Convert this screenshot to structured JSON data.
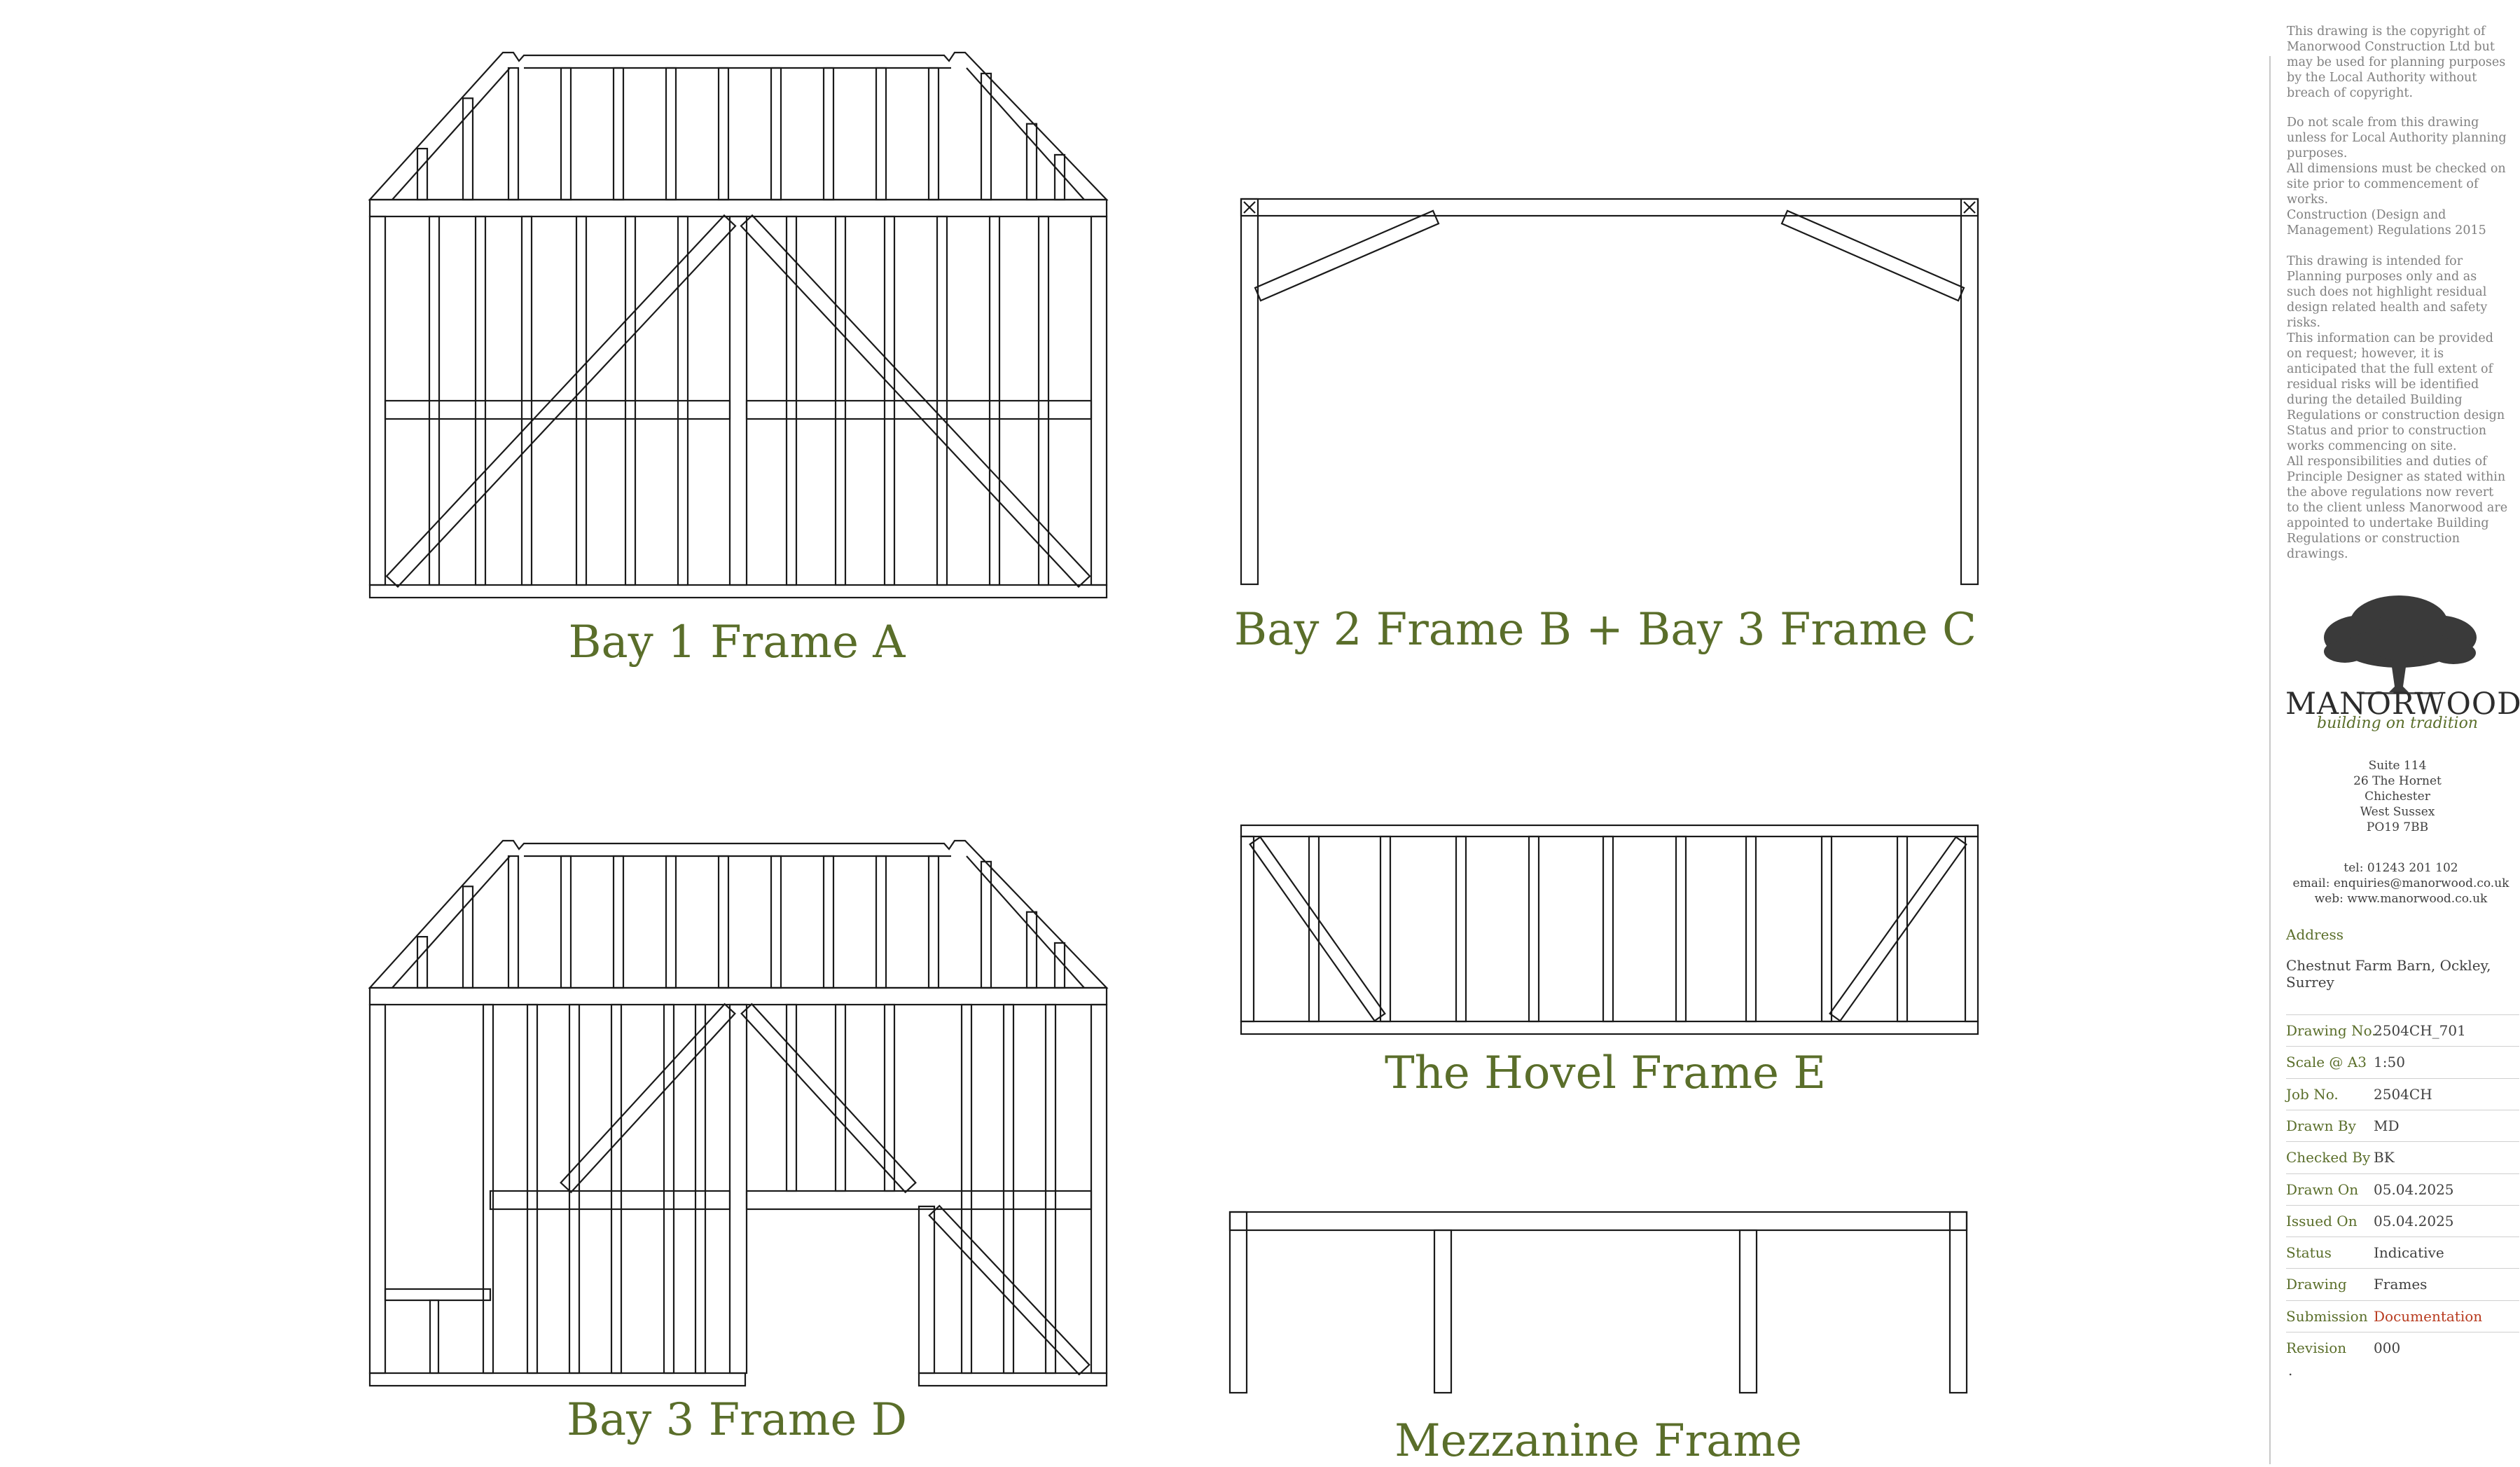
{
  "frames": {
    "bay1": {
      "label": "Bay 1 Frame A"
    },
    "bay2": {
      "label": "Bay 2 Frame B + Bay 3 Frame C"
    },
    "bay3": {
      "label": "Bay 3 Frame D"
    },
    "hovel": {
      "label": "The Hovel Frame E"
    },
    "mezzanine": {
      "label": "Mezzanine Frame"
    }
  },
  "title_block": {
    "notes": [
      "This drawing is the copyright of Manorwood Construction Ltd but may be used for planning purposes by the Local Authority without breach of copyright.",
      "Do not scale from this drawing unless for Local Authority planning purposes.",
      "All dimensions must be checked on site prior to commencement of works.",
      "Construction (Design and Management) Regulations 2015",
      "This drawing is intended for Planning purposes only and as such does not highlight residual design related health and safety risks.",
      "This information can be provided on request; however, it is anticipated that the full extent of residual risks will be identified during the detailed Building Regulations or construction design Status and prior to construction works commencing on site.",
      "All responsibilities and duties of Principle Designer as stated within the above regulations now revert to the client unless Manorwood are appointed to undertake Building Regulations or construction drawings."
    ],
    "logo_icon": "oak-tree-icon",
    "brand": "MANORWOOD",
    "tagline": "building on tradition",
    "address_lines": [
      "Suite 114",
      "26 The Hornet",
      "Chichester",
      "West Sussex",
      "PO19 7BB"
    ],
    "contact": {
      "tel": "tel: 01243 201 102",
      "email": "email: enquiries@manorwood.co.uk",
      "web": "web: www.manorwood.co.uk"
    },
    "address_heading": "Address",
    "address_value": "Chestnut Farm Barn, Ockley, Surrey",
    "fields": [
      {
        "label": "Drawing No.",
        "value": "2504CH_701"
      },
      {
        "label": "Scale @ A3",
        "value": "1:50"
      },
      {
        "label": "Job No.",
        "value": "2504CH"
      },
      {
        "label": "Drawn By",
        "value": "MD"
      },
      {
        "label": "Checked By",
        "value": "BK"
      },
      {
        "label": "Drawn On",
        "value": "05.04.2025"
      },
      {
        "label": "Issued On",
        "value": "05.04.2025"
      },
      {
        "label": "Status",
        "value": "Indicative"
      },
      {
        "label": "Drawing",
        "value": "Frames"
      },
      {
        "label": "Submission",
        "value": "Documentation"
      },
      {
        "label": "Revision",
        "value": "000"
      }
    ],
    "trailing_mark": ".",
    "colors": {
      "accent": "#5a6e2a",
      "submission": "#b83a1e",
      "line": "#1a1a1a"
    }
  }
}
